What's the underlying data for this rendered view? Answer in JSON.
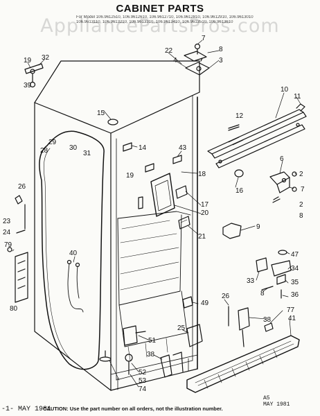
{
  "document": {
    "title": "CABINET PARTS",
    "model_lines": [
      "For Model 106.9612510, 106.9612610, 106.9612710, 106.9612810, 106.9612910, 106.9613010",
      "106.9613110, 106.9613210, 106.9613310, 106.9613410, 106.9613510, 106.9613610"
    ],
    "watermark": "AppliancePartsPros.com",
    "stamp": {
      "line1": "A5",
      "line2": "MAY 1981"
    },
    "footer_date": "-1- MAY 1981",
    "footer_note": "CAUTION: Use the part number on all orders, not the illustration number."
  },
  "part_labels": [
    {
      "id": "p22",
      "text": "22"
    },
    {
      "id": "p7a",
      "text": "7"
    },
    {
      "id": "p8a",
      "text": "8"
    },
    {
      "id": "p4",
      "text": "4"
    },
    {
      "id": "p3",
      "text": "3"
    },
    {
      "id": "p19a",
      "text": "19"
    },
    {
      "id": "p32",
      "text": "32"
    },
    {
      "id": "p39",
      "text": "39"
    },
    {
      "id": "p10",
      "text": "10"
    },
    {
      "id": "p11",
      "text": "11"
    },
    {
      "id": "p15",
      "text": "15"
    },
    {
      "id": "p12",
      "text": "12"
    },
    {
      "id": "p14",
      "text": "14"
    },
    {
      "id": "p43",
      "text": "43"
    },
    {
      "id": "p29",
      "text": "29"
    },
    {
      "id": "p28",
      "text": "28"
    },
    {
      "id": "p30",
      "text": "30"
    },
    {
      "id": "p31",
      "text": "31"
    },
    {
      "id": "p19b",
      "text": "19"
    },
    {
      "id": "p18",
      "text": "18"
    },
    {
      "id": "p6",
      "text": "6"
    },
    {
      "id": "p2a",
      "text": "2"
    },
    {
      "id": "p7b",
      "text": "7"
    },
    {
      "id": "p16",
      "text": "16"
    },
    {
      "id": "p2b",
      "text": "2"
    },
    {
      "id": "p8b",
      "text": "8"
    },
    {
      "id": "p26a",
      "text": "26"
    },
    {
      "id": "p23",
      "text": "23"
    },
    {
      "id": "p24",
      "text": "24"
    },
    {
      "id": "p17",
      "text": "17"
    },
    {
      "id": "p20",
      "text": "20"
    },
    {
      "id": "p21",
      "text": "21"
    },
    {
      "id": "p9",
      "text": "9"
    },
    {
      "id": "p79",
      "text": "79"
    },
    {
      "id": "p40",
      "text": "40"
    },
    {
      "id": "p47",
      "text": "47"
    },
    {
      "id": "p33",
      "text": "33"
    },
    {
      "id": "p34",
      "text": "34"
    },
    {
      "id": "p35",
      "text": "35"
    },
    {
      "id": "p8c",
      "text": "8"
    },
    {
      "id": "p36",
      "text": "36"
    },
    {
      "id": "p80",
      "text": "80"
    },
    {
      "id": "p49",
      "text": "49"
    },
    {
      "id": "p26b",
      "text": "26"
    },
    {
      "id": "p38a",
      "text": "38"
    },
    {
      "id": "p77",
      "text": "77"
    },
    {
      "id": "p41",
      "text": "41"
    },
    {
      "id": "p25",
      "text": "25"
    },
    {
      "id": "p51",
      "text": "51"
    },
    {
      "id": "p38b",
      "text": "38"
    },
    {
      "id": "p52",
      "text": "52"
    },
    {
      "id": "p53",
      "text": "53"
    },
    {
      "id": "p74",
      "text": "74"
    }
  ]
}
